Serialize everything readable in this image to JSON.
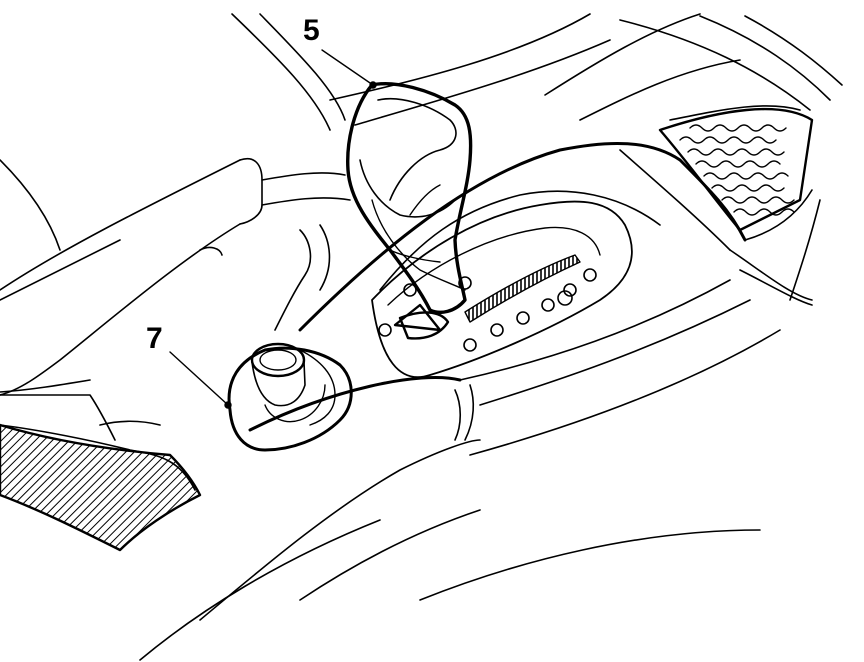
{
  "callouts": [
    {
      "label": "5",
      "part": "gear-selector-lever"
    },
    {
      "label": "7",
      "part": "cup-holder"
    }
  ],
  "colors": {
    "line": "#000000",
    "background": "#ffffff"
  }
}
